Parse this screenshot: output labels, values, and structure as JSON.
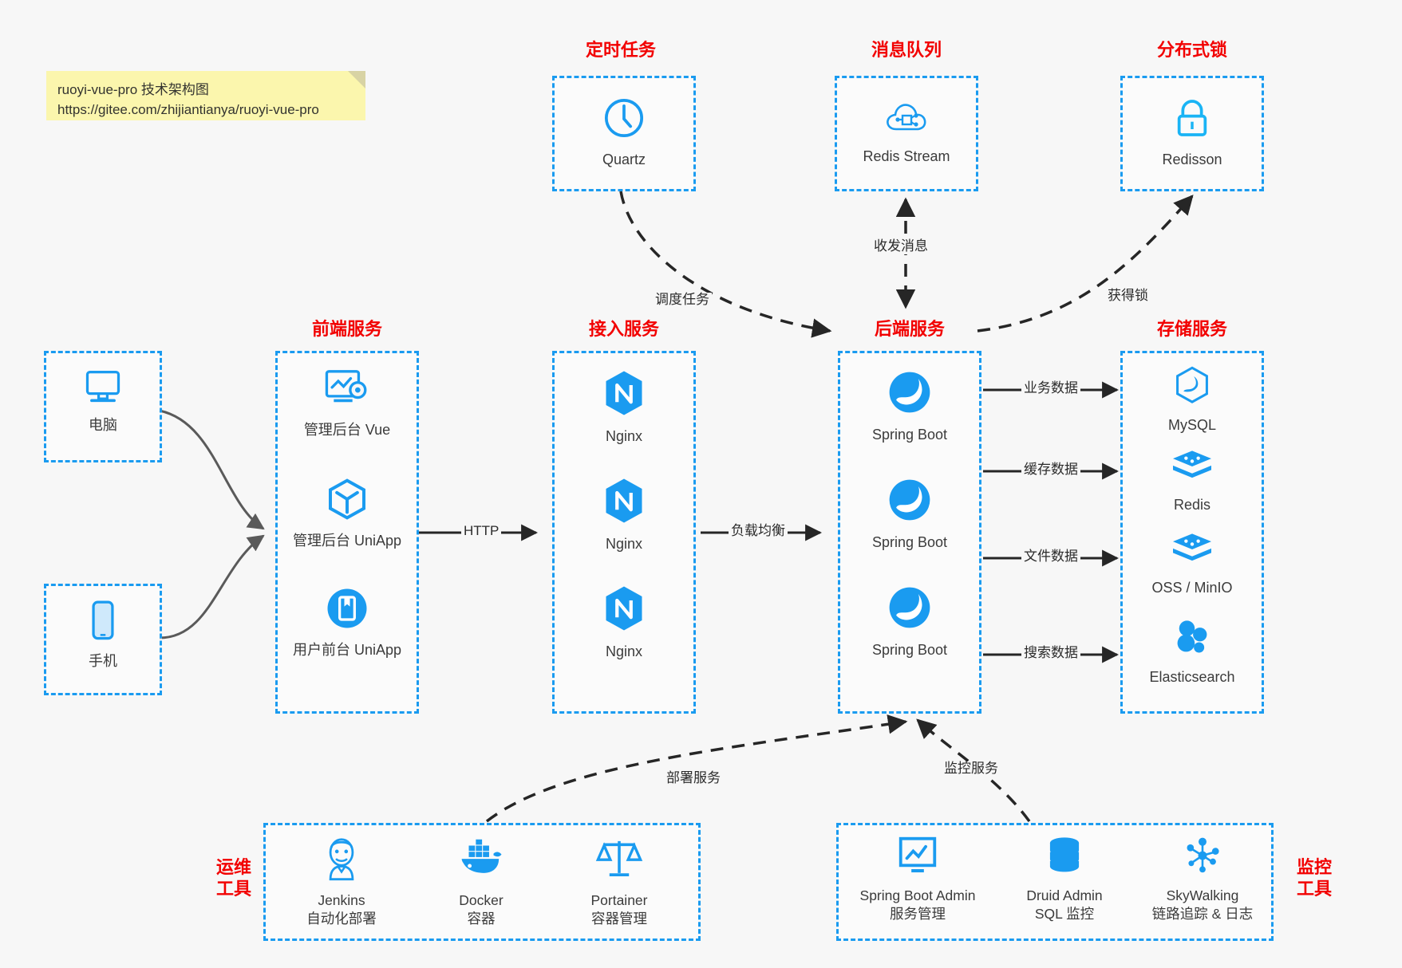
{
  "note": {
    "line1": "ruoyi-vue-pro 技术架构图",
    "line2": "https://gitee.com/zhijiantianya/ruoyi-vue-pro"
  },
  "colors": {
    "accent": "#1a9bf0",
    "caption": "#f20000",
    "icon": "#1a9bf0",
    "background": "#f7f7f7",
    "note_bg": "#fbf6ad",
    "wire_dark": "#262626",
    "wire_gray": "#5a5a5a"
  },
  "captions": {
    "scheduled_task": "定时任务",
    "message_queue": "消息队列",
    "distributed_lock": "分布式锁",
    "frontend": "前端服务",
    "gateway": "接入服务",
    "backend": "后端服务",
    "storage": "存储服务",
    "ops_tools": "运维\n工具",
    "ops_tools_l1": "运维",
    "ops_tools_l2": "工具",
    "monitor_tools_l1": "监控",
    "monitor_tools_l2": "工具"
  },
  "clients": [
    {
      "label": "电脑",
      "icon": "desktop-icon"
    },
    {
      "label": "手机",
      "icon": "mobile-icon"
    }
  ],
  "top_row": [
    {
      "caption": "定时任务",
      "label": "Quartz",
      "icon": "clock-icon"
    },
    {
      "caption": "消息队列",
      "label": "Redis Stream",
      "icon": "cloud-network-icon"
    },
    {
      "caption": "分布式锁",
      "label": "Redisson",
      "icon": "lock-icon"
    }
  ],
  "frontend": {
    "caption": "前端服务",
    "items": [
      {
        "label": "管理后台 Vue",
        "icon": "dashboard-gear-icon"
      },
      {
        "label": "管理后台 UniApp",
        "icon": "cube-icon"
      },
      {
        "label": "用户前台 UniApp",
        "icon": "app-circle-icon"
      }
    ]
  },
  "gateway": {
    "caption": "接入服务",
    "items": [
      {
        "label": "Nginx",
        "icon": "nginx-icon"
      },
      {
        "label": "Nginx",
        "icon": "nginx-icon"
      },
      {
        "label": "Nginx",
        "icon": "nginx-icon"
      }
    ]
  },
  "backend": {
    "caption": "后端服务",
    "items": [
      {
        "label": "Spring Boot",
        "icon": "spring-icon"
      },
      {
        "label": "Spring Boot",
        "icon": "spring-icon"
      },
      {
        "label": "Spring Boot",
        "icon": "spring-icon"
      }
    ]
  },
  "storage": {
    "caption": "存储服务",
    "items": [
      {
        "label": "MySQL",
        "icon": "mysql-icon"
      },
      {
        "label": "Redis",
        "icon": "redis-icon"
      },
      {
        "label": "OSS / MinIO",
        "icon": "oss-icon"
      },
      {
        "label": "Elasticsearch",
        "icon": "elasticsearch-icon"
      }
    ]
  },
  "ops_tools": {
    "caption_l1": "运维",
    "caption_l2": "工具",
    "items": [
      {
        "name": "Jenkins",
        "desc": "自动化部署",
        "icon": "jenkins-icon"
      },
      {
        "name": "Docker",
        "desc": "容器",
        "icon": "docker-icon"
      },
      {
        "name": "Portainer",
        "desc": "容器管理",
        "icon": "scales-icon"
      }
    ]
  },
  "monitor_tools": {
    "caption_l1": "监控",
    "caption_l2": "工具",
    "items": [
      {
        "name": "Spring Boot Admin",
        "desc": "服务管理",
        "icon": "monitor-chart-icon"
      },
      {
        "name": "Druid Admin",
        "desc": "SQL 监控",
        "icon": "database-icon"
      },
      {
        "name": "SkyWalking",
        "desc": "链路追踪 & 日志",
        "icon": "skywalking-icon"
      }
    ]
  },
  "edges": {
    "http": "HTTP",
    "load_balance": "负载均衡",
    "schedule_task": "调度任务",
    "send_receive_msg": "收发消息",
    "acquire_lock": "获得锁",
    "business_data": "业务数据",
    "cache_data": "缓存数据",
    "file_data": "文件数据",
    "search_data": "搜索数据",
    "deploy_service": "部署服务",
    "monitor_service": "监控服务"
  }
}
